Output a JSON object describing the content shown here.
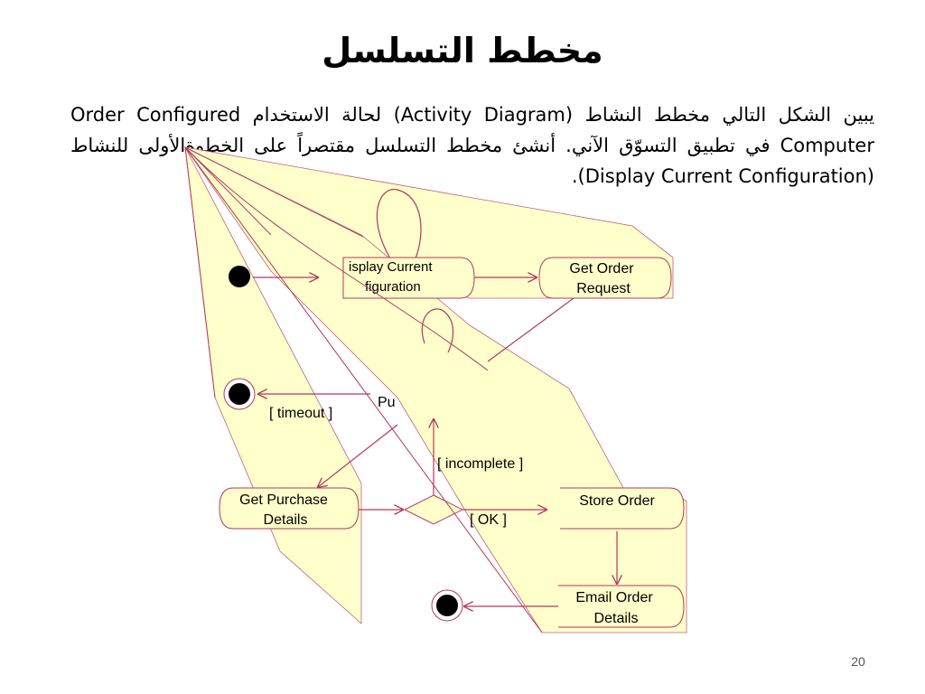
{
  "slide": {
    "title": "مخطط التسلسل",
    "paragraph": "يبين الشكل التالي مخطط النشاط (Activity Diagram) لحالة الاستخدام Order Configured Computer في تطبيق التسوّق الآني. أنشئ مخطط التسلسل مقتصراً على الخطوةالأولى للنشاط (Display Current Configuration).",
    "page_number": "20"
  },
  "diagram": {
    "activities": {
      "display_config": [
        "isplay Current",
        "figuration"
      ],
      "get_order_request": [
        "Get Order",
        "Request"
      ],
      "purchase": [
        "Pu"
      ],
      "get_purchase_details": [
        "Get Purchase",
        "Details"
      ],
      "store_order": [
        "Store Order"
      ],
      "email_order_details": [
        "Email Order",
        "Details"
      ]
    },
    "guards": {
      "timeout": "[ timeout ]",
      "incomplete": "[ incomplete ]",
      "ok": "[ OK ]"
    }
  },
  "colors": {
    "callout_fill": "#ffffcc",
    "line": "#b03a5b",
    "node": "#000000"
  }
}
